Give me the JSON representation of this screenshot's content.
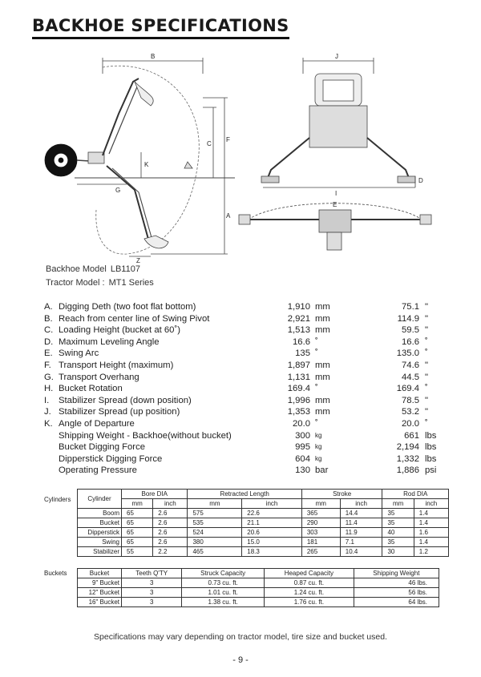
{
  "title": "BACKHOE SPECIFICATIONS",
  "diagram": {
    "dims": [
      "A",
      "B",
      "C",
      "D",
      "E",
      "F",
      "G",
      "I",
      "J",
      "K",
      "Z"
    ]
  },
  "backhoe_model": {
    "label": "Backhoe Model",
    "value": "LB1107"
  },
  "tractor_model": {
    "label": "Tractor Model :",
    "value": "MT1 Series"
  },
  "specs": [
    {
      "letter": "A.",
      "label": "Digging Deth (two foot flat bottom)",
      "v1": "1,910",
      "u1": "mm",
      "v2": "75.1",
      "u2": "\""
    },
    {
      "letter": "B.",
      "label": "Reach from center line of Swing Pivot",
      "v1": "2,921",
      "u1": "mm",
      "v2": "114.9",
      "u2": "\""
    },
    {
      "letter": "C.",
      "label": "Loading Height (bucket at 60˚)",
      "v1": "1,513",
      "u1": "mm",
      "v2": "59.5",
      "u2": "\""
    },
    {
      "letter": "D.",
      "label": "Maximum Leveling Angle",
      "v1": "16.6",
      "u1": "˚",
      "v2": "16.6",
      "u2": "˚"
    },
    {
      "letter": "E.",
      "label": "Swing Arc",
      "v1": "135",
      "u1": "˚",
      "v2": "135.0",
      "u2": "˚"
    },
    {
      "letter": "F.",
      "label": "Transport Height (maximum)",
      "v1": "1,897",
      "u1": "mm",
      "v2": "74.6",
      "u2": "\""
    },
    {
      "letter": "G.",
      "label": "Transport Overhang",
      "v1": "1,131",
      "u1": "mm",
      "v2": "44.5",
      "u2": "\""
    },
    {
      "letter": "H.",
      "label": "Bucket Rotation",
      "v1": "169.4",
      "u1": "˚",
      "v2": "169.4",
      "u2": "˚"
    },
    {
      "letter": "I.",
      "label": "Stabilizer Spread (down position)",
      "v1": "1,996",
      "u1": "mm",
      "v2": "78.5",
      "u2": "\""
    },
    {
      "letter": "J.",
      "label": "Stabilizer Spread (up position)",
      "v1": "1,353",
      "u1": "mm",
      "v2": "53.2",
      "u2": "\""
    },
    {
      "letter": "K.",
      "label": "Angle of Departure",
      "v1": "20.0",
      "u1": "˚",
      "v2": "20.0",
      "u2": "˚"
    },
    {
      "letter": "",
      "label": "Shipping Weight - Backhoe(without bucket)",
      "v1": "300",
      "u1": "kg",
      "v2": "661",
      "u2": "lbs"
    },
    {
      "letter": "",
      "label": "Bucket Digging Force",
      "v1": "995",
      "u1": "kg",
      "v2": "2,194",
      "u2": "lbs"
    },
    {
      "letter": "",
      "label": "Dipperstick Digging Force",
      "v1": "604",
      "u1": "kg",
      "v2": "1,332",
      "u2": "lbs"
    },
    {
      "letter": "",
      "label": "Operating Pressure",
      "v1": "130",
      "u1": "bar",
      "v2": "1,886",
      "u2": "psi"
    }
  ],
  "cylinders": {
    "label": "Cylinders",
    "corner": "Cylinder",
    "groups": [
      "Bore DIA",
      "Retracted Length",
      "Stroke",
      "Rod DIA"
    ],
    "units": [
      "mm",
      "inch",
      "mm",
      "inch",
      "mm",
      "inch",
      "mm",
      "inch"
    ],
    "rows": [
      {
        "name": "Boom",
        "cells": [
          "65",
          "2.6",
          "575",
          "22.6",
          "365",
          "14.4",
          "35",
          "1.4"
        ]
      },
      {
        "name": "Bucket",
        "cells": [
          "65",
          "2.6",
          "535",
          "21.1",
          "290",
          "11.4",
          "35",
          "1.4"
        ]
      },
      {
        "name": "Dipperstick",
        "cells": [
          "65",
          "2.6",
          "524",
          "20.6",
          "303",
          "11.9",
          "40",
          "1.6"
        ]
      },
      {
        "name": "Swing",
        "cells": [
          "65",
          "2.6",
          "380",
          "15.0",
          "181",
          "7.1",
          "35",
          "1.4"
        ]
      },
      {
        "name": "Stabilizer",
        "cells": [
          "55",
          "2.2",
          "465",
          "18.3",
          "265",
          "10.4",
          "30",
          "1.2"
        ]
      }
    ]
  },
  "buckets": {
    "label": "Buckets",
    "headers": [
      "Bucket",
      "Teeth Q'TY",
      "Struck Capacity",
      "Heaped Capacity",
      "Shipping Weight"
    ],
    "rows": [
      [
        "9\" Bucket",
        "3",
        "0.73 cu. ft.",
        "0.87 cu. ft.",
        "46 lbs."
      ],
      [
        "12\" Bucket",
        "3",
        "1.01 cu. ft.",
        "1.24 cu. ft.",
        "56 lbs."
      ],
      [
        "16\" Bucket",
        "3",
        "1.38 cu. ft.",
        "1.76 cu. ft.",
        "64 lbs."
      ]
    ]
  },
  "note": "Specifications may vary depending on tractor model, tire size and bucket used.",
  "page_number": "- 9 -"
}
